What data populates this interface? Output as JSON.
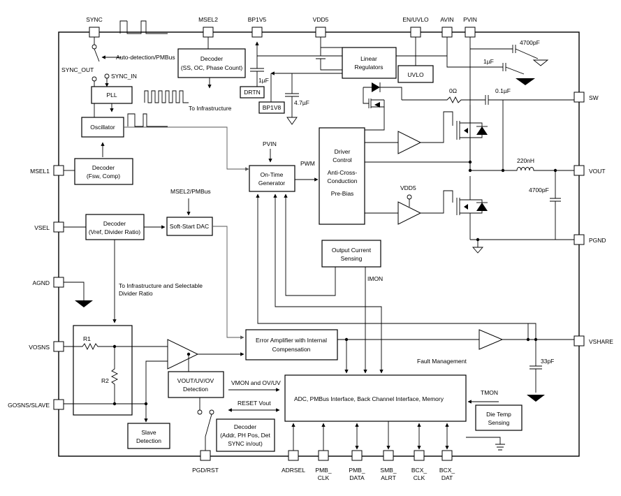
{
  "pins": {
    "sync": "SYNC",
    "msel2": "MSEL2",
    "bp1v5": "BP1V5",
    "vdd5": "VDD5",
    "en_uvlo": "EN/UVLO",
    "avin": "AVIN",
    "pvin": "PVIN",
    "sw": "SW",
    "vout": "VOUT",
    "pgnd": "PGND",
    "vshare": "VSHARE",
    "msel1": "MSEL1",
    "vsel": "VSEL",
    "agnd": "AGND",
    "vosns": "VOSNS",
    "gosns_slave": "GOSNS/SLAVE",
    "pgd_rst": "PGD/RST",
    "adrsel": "ADRSEL",
    "pmb_clk": [
      "PMB_",
      "CLK"
    ],
    "pmb_data": [
      "PMB_",
      "DATA"
    ],
    "smb_alrt": [
      "SMB_",
      "ALRT"
    ],
    "bcx_clk": [
      "BCX_",
      "CLK"
    ],
    "bcx_dat": [
      "BCX_",
      "DAT"
    ]
  },
  "blocks": {
    "decoder_top": [
      "Decoder",
      "(SS, OC, Phase Count)"
    ],
    "linear_regulators": [
      "Linear",
      "Regulators"
    ],
    "uvlo": "UVLO",
    "drtn": "DRTN",
    "bp1v8": "BP1V8",
    "pll": "PLL",
    "oscillator": "Oscillator",
    "decoder_fsw": [
      "Decoder",
      "(Fsw, Comp)"
    ],
    "driver_control": [
      "Driver",
      "Control",
      "Anti-Cross-",
      "Conduction",
      "Pre-Bias"
    ],
    "on_time": [
      "On-Time",
      "Generator"
    ],
    "decoder_vref": [
      "Decoder",
      "(Vref, Divider Ratio)"
    ],
    "soft_start": "Soft-Start DAC",
    "output_current": [
      "Output Current",
      "Sensing"
    ],
    "error_amp": [
      "Error Amplifier with Internal",
      "Compensation"
    ],
    "vout_detect": [
      "VOUT/UV/OV",
      "Detection"
    ],
    "adc": "ADC, PMBus Interface, Back Channel Interface, Memory",
    "die_temp": [
      "Die Temp",
      "Sensing"
    ],
    "slave_detect": [
      "Slave",
      "Detection"
    ],
    "decoder_addr": [
      "Decoder",
      "(Addr, PH Pos, Det",
      "SYNC in/out)"
    ]
  },
  "labels": {
    "auto_detection": "Auto-detection/PMBus",
    "sync_out": "SYNC_OUT",
    "sync_in": "SYNC_IN",
    "to_infrastructure": "To Infrastructure",
    "cap_1uf_a": "1µF",
    "cap_47uf": "4.7µF",
    "cap_4700pf_top": "4700pF",
    "cap_1uf_b": "1µF",
    "res_0": "0Ω",
    "cap_01uf": "0.1µF",
    "pvin_in": "PVIN",
    "pwm": "PWM",
    "ind_220nh": "220nH",
    "cap_4700pf": "4700pF",
    "vdd5_small": "VDD5",
    "msel2_pmbus": "MSEL2/PMBus",
    "to_infra_divider": [
      "To Infrastructure and Selectable",
      "Divider Ratio"
    ],
    "imon": "IMON",
    "r1": "R1",
    "r2": "R2",
    "fault_mgmt": "Fault Management",
    "cap_33pf": "33pF",
    "vmon": "VMON and OV/UV",
    "reset_vout": "RESET Vout",
    "tmon": "TMON",
    "plus": "+",
    "minus": "−"
  }
}
